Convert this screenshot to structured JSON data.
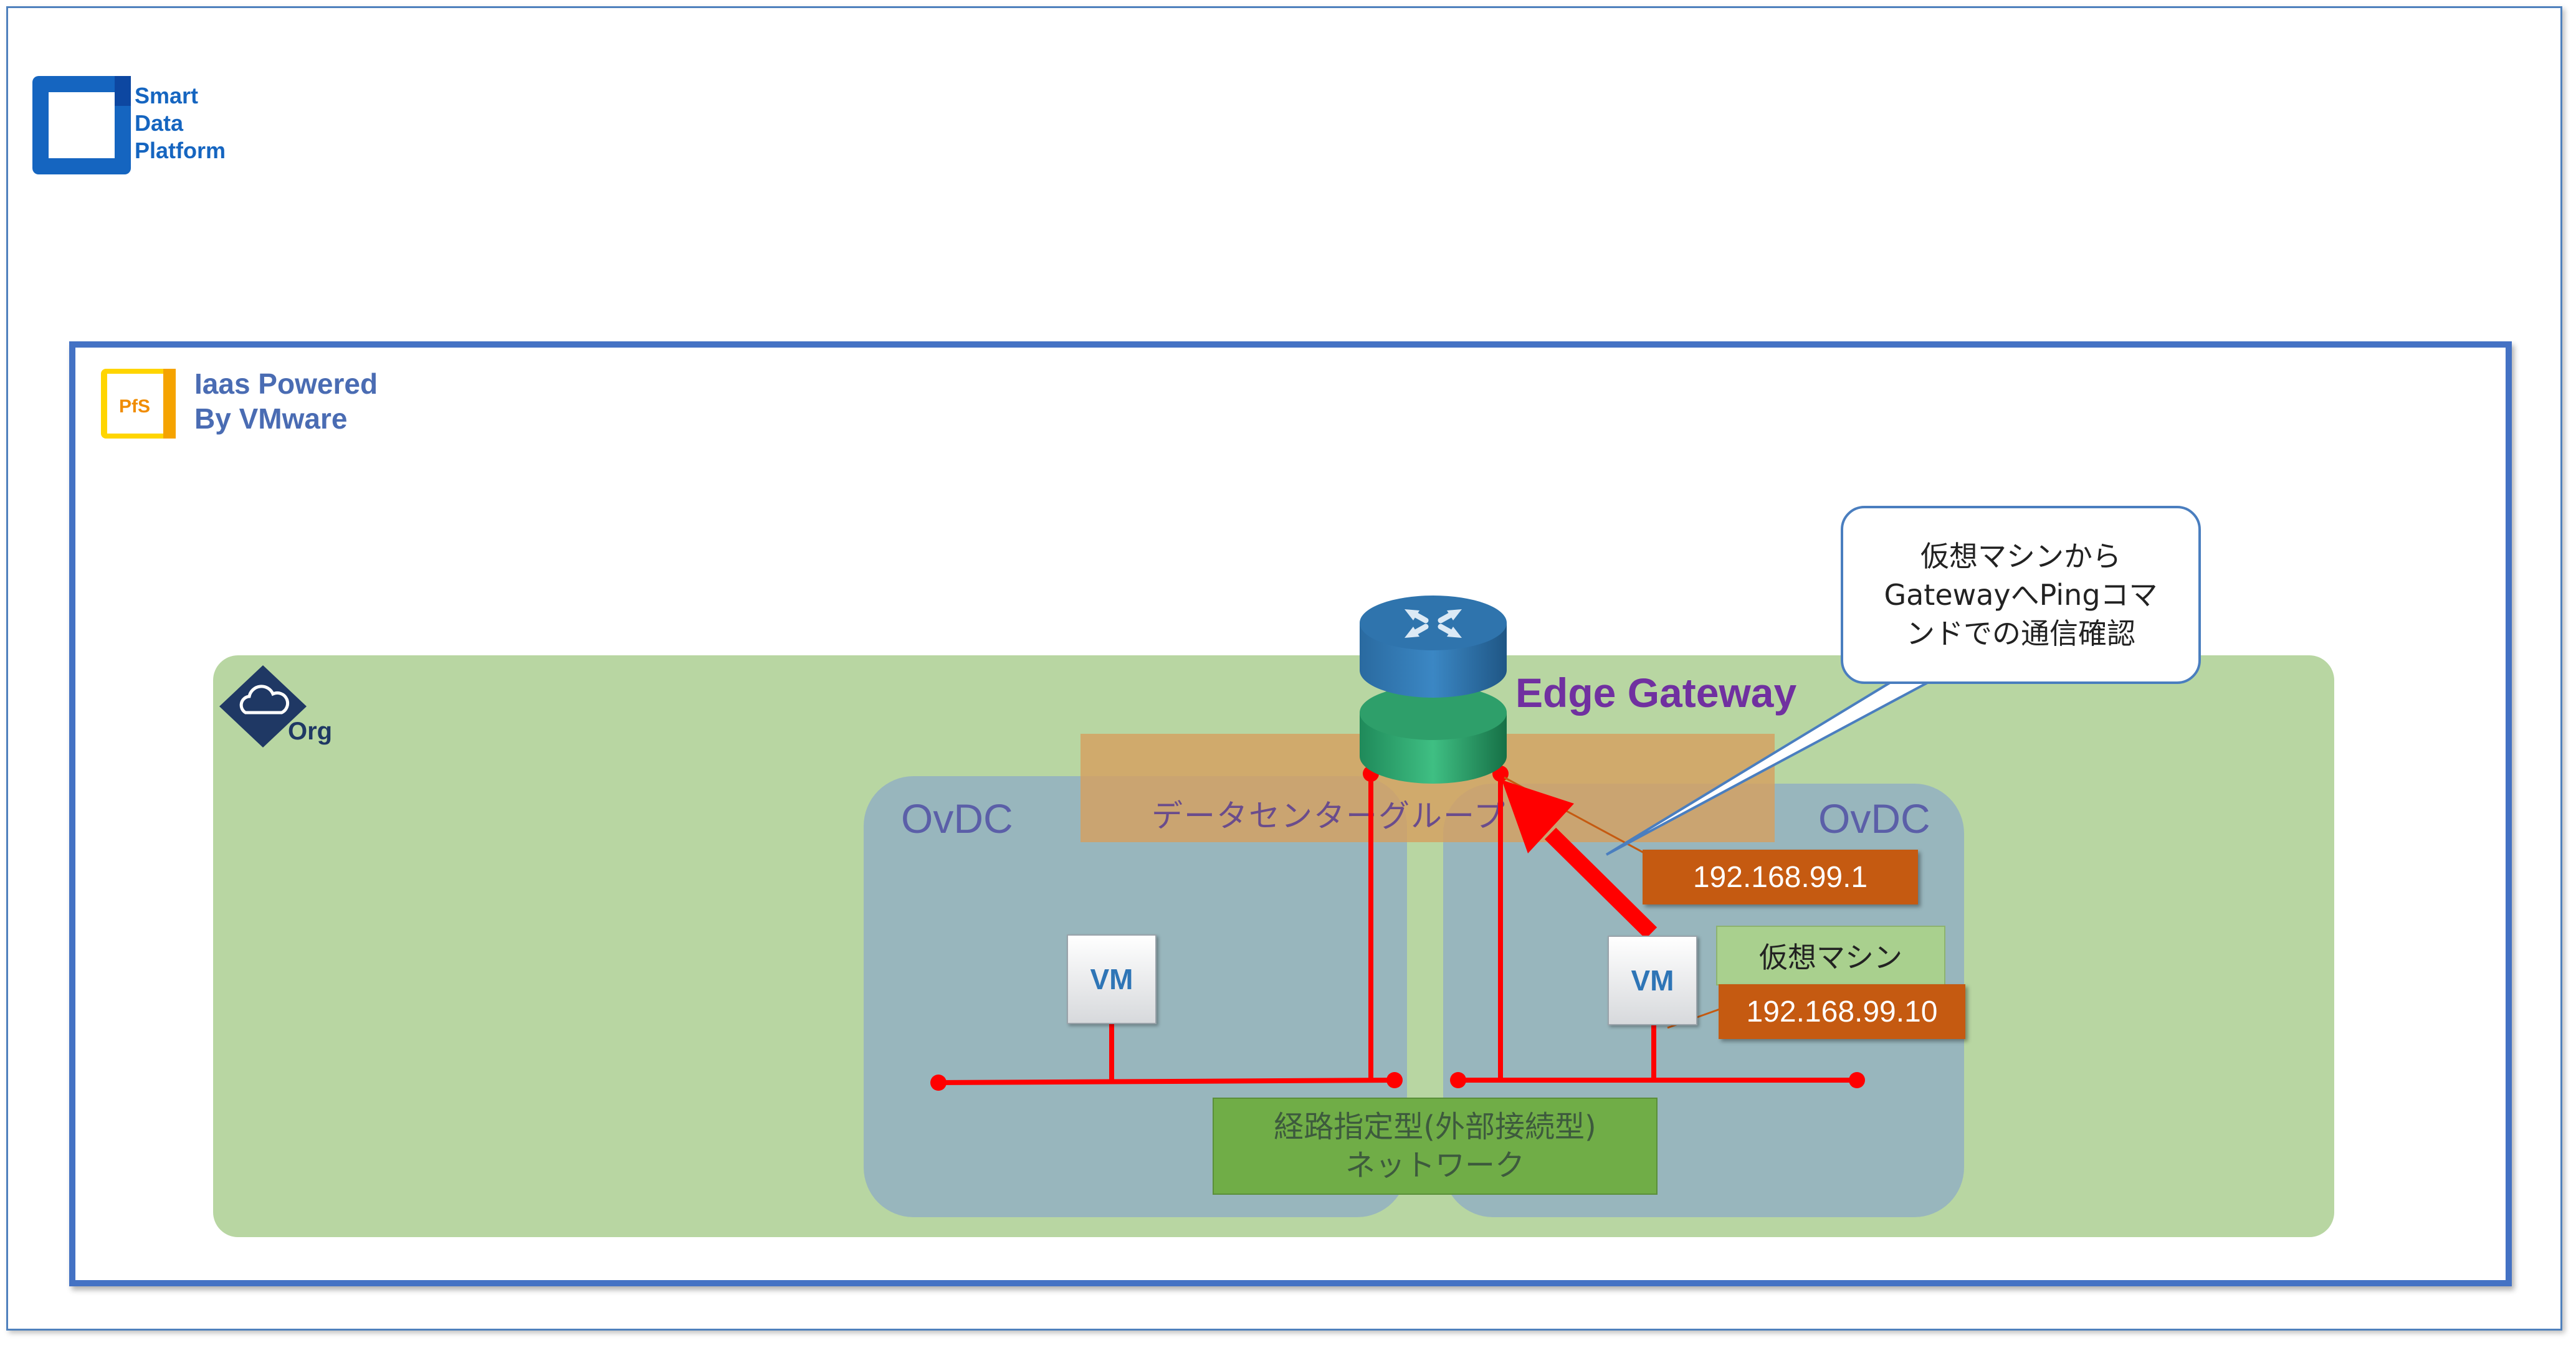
{
  "logos": {
    "sdp_text": "Smart\nData\nPlatform",
    "pfs_badge": "PfS",
    "iaas_text": "Iaas Powered\nBy VMware"
  },
  "org": {
    "label": "Org"
  },
  "ovdc": {
    "left_label": "OvDC",
    "right_label": "OvDC"
  },
  "datacenter_group": {
    "label": "データセンターグループ"
  },
  "edge_gateway": {
    "label": "Edge Gateway"
  },
  "vms": {
    "left_label": "VM",
    "right_label": "VM"
  },
  "ip": {
    "gateway": "192.168.99.1",
    "vm": "192.168.99.10"
  },
  "vm_name": "仮想マシン",
  "network": {
    "line1": "経路指定型(外部接続型)",
    "line2": "ネットワーク"
  },
  "callout": {
    "line1": "仮想マシンから",
    "line2": "GatewayへPingコマ",
    "line3": "ンドでの通信確認"
  },
  "colors": {
    "frame_blue": "#4472c4",
    "org_green": "#b8d6a2",
    "ovdc_teal": "#98b6bd",
    "dcgroup_orange": "#d6a060",
    "ip_orange": "#c55a11",
    "network_green": "#70ad47",
    "line_red": "#ff0000",
    "edge_purple": "#7030a0"
  },
  "icons": {
    "sdp": "smart-data-platform-logo",
    "pfs": "pfs-logo",
    "org": "cloud-diamond-icon",
    "router": "router-icon",
    "arrow": "red-arrow"
  }
}
